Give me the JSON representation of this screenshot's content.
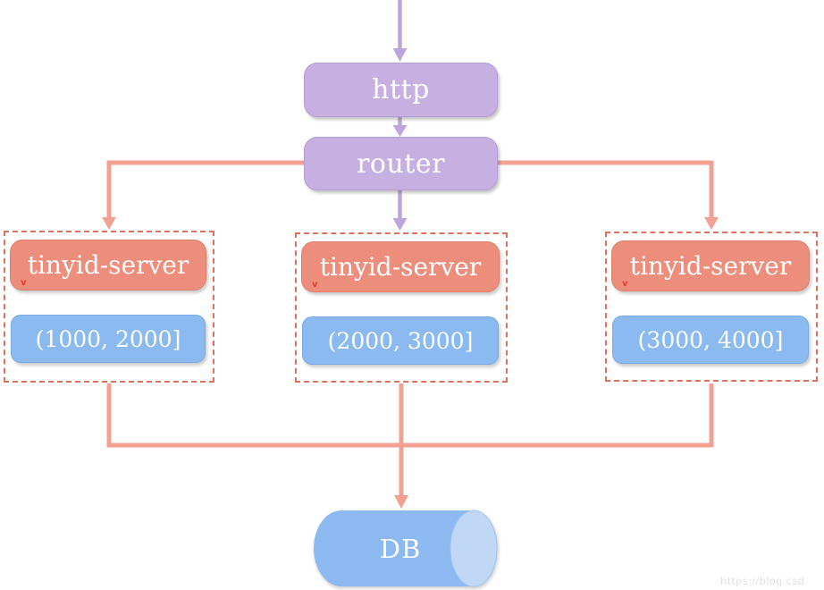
{
  "diagram": {
    "http_label": "http",
    "router_label": "router",
    "spell_mark": "v",
    "groups": [
      {
        "server": "tinyid-server",
        "range": "(1000, 2000]"
      },
      {
        "server": "tinyid-server",
        "range": "(2000, 3000]"
      },
      {
        "server": "tinyid-server",
        "range": "(3000, 4000]"
      }
    ],
    "db_label": "DB",
    "watermark": "https://blog.csd"
  },
  "colors": {
    "purple_box": "#c6afe1",
    "purple_border": "#b49cd5",
    "purple_arrow": "#bda4dc",
    "salmon_box": "#ed8e7d",
    "salmon_border": "#e07e6c",
    "salmon_line": "#f2a091",
    "blue_box": "#8abaf0",
    "blue_border": "#79a9e2",
    "dashed_border": "#e0715f",
    "db_body": "#8cbaf0",
    "db_end": "#c0d8f6",
    "db_stroke": "#a3c4ee"
  }
}
